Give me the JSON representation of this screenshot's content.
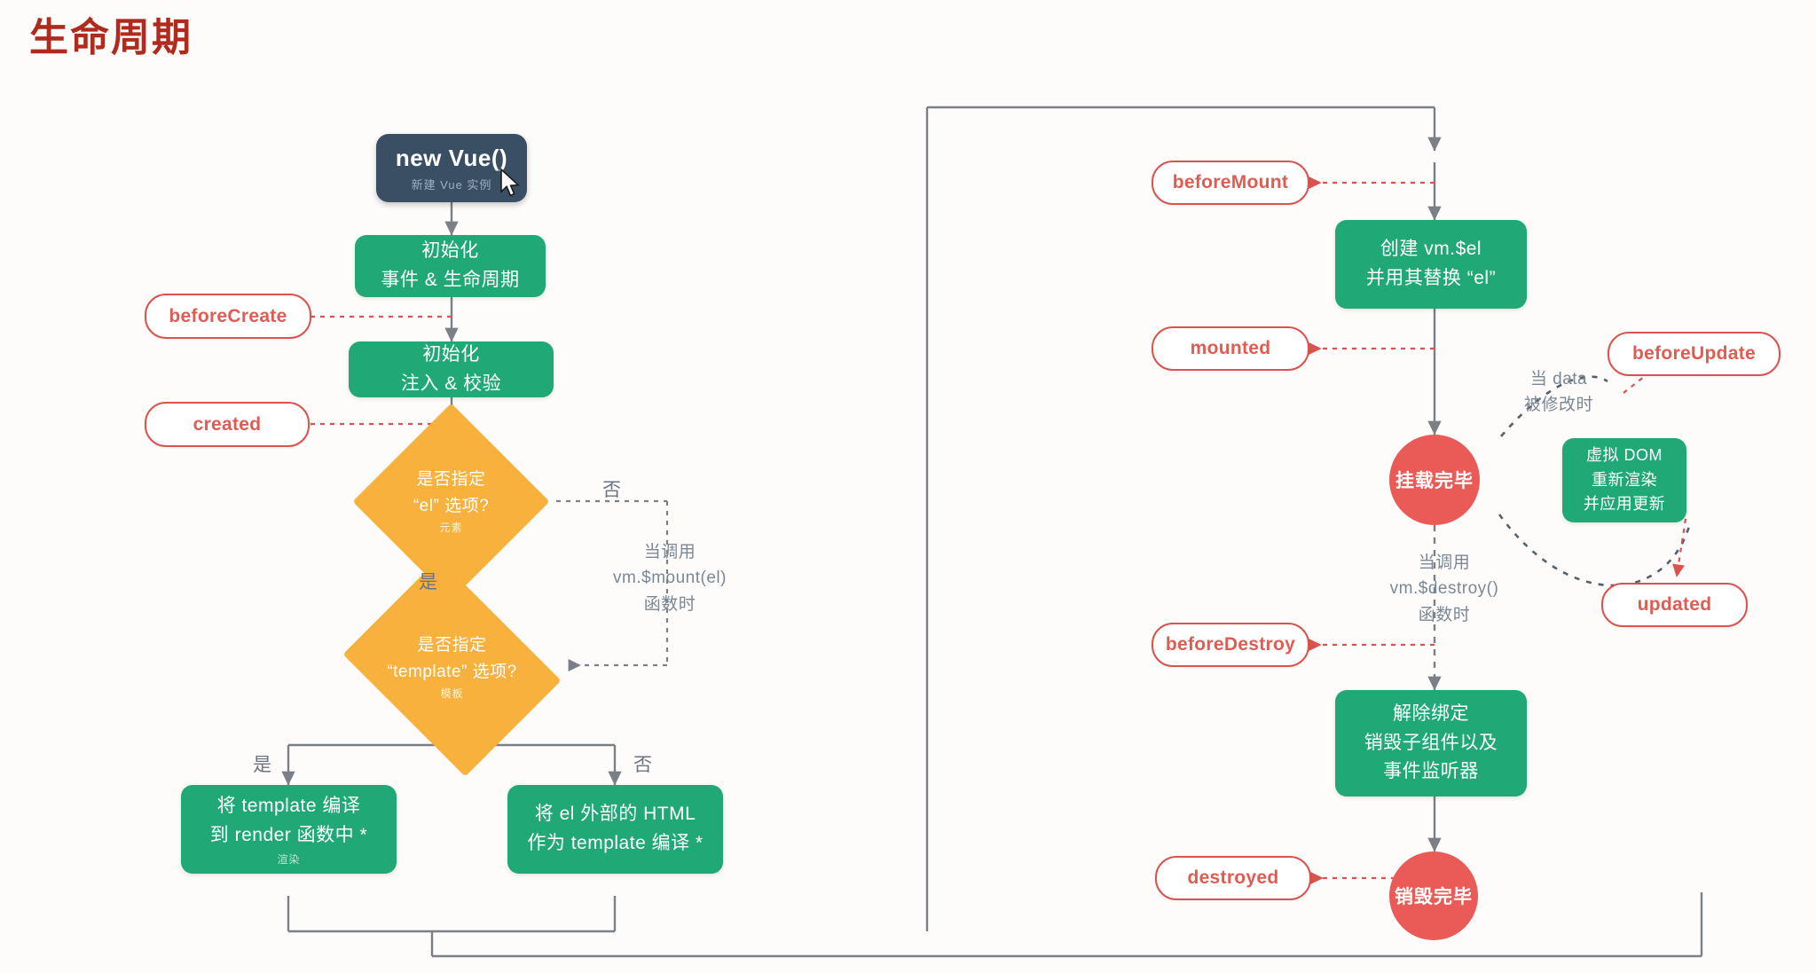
{
  "page": {
    "title": "生命周期",
    "title_color": "#b02a1e",
    "background": "#fdfcfb"
  },
  "palette": {
    "start_navy": "#3a4f64",
    "process_green": "#21a877",
    "decision_orange": "#f7b13c",
    "hook_red": "#d9534f",
    "hook_text_red": "#e05c52",
    "terminal_red": "#ea5b58",
    "wire_gray": "#7b8086",
    "annotation_gray": "#7b8794"
  },
  "diagram": {
    "type": "flowchart",
    "name": "vue-lifecycle-diagram",
    "start_node": {
      "name": "new-vue",
      "title": "new Vue()",
      "subtitle": "新建 Vue 实例"
    },
    "process_nodes": [
      {
        "name": "init-events-lifecycle",
        "lines": [
          "初始化",
          "事件 & 生命周期"
        ],
        "subtitle": ""
      },
      {
        "name": "init-injections-reactivity",
        "lines": [
          "初始化",
          "注入 & 校验"
        ],
        "subtitle": ""
      },
      {
        "name": "compile-template-to-render",
        "lines": [
          "将 template 编译",
          "到 render 函数中 *"
        ],
        "subtitle": "渲染"
      },
      {
        "name": "compile-el-outerhtml-as-template",
        "lines": [
          "将 el 外部的 HTML",
          "作为 template 编译 *"
        ],
        "subtitle": ""
      },
      {
        "name": "create-vm-el",
        "lines": [
          "创建 vm.$el",
          "并用其替换 “el”"
        ],
        "subtitle": ""
      },
      {
        "name": "virtual-dom-rerender",
        "lines": [
          "虚拟 DOM",
          "重新渲染",
          "并应用更新"
        ],
        "subtitle": ""
      },
      {
        "name": "teardown-watchers-children-listeners",
        "lines": [
          "解除绑定",
          "销毁子组件以及",
          "事件监听器"
        ],
        "subtitle": ""
      }
    ],
    "decision_nodes": [
      {
        "name": "has-el-option",
        "lines": [
          "是否指定",
          "“el” 选项?"
        ],
        "subtitle": "元素",
        "yes_label": "是",
        "no_label": "否"
      },
      {
        "name": "has-template-option",
        "lines": [
          "是否指定",
          "“template” 选项?"
        ],
        "subtitle": "模板",
        "yes_label": "是",
        "no_label": "否"
      }
    ],
    "hooks": [
      {
        "name": "beforeCreate",
        "label": "beforeCreate"
      },
      {
        "name": "created",
        "label": "created"
      },
      {
        "name": "beforeMount",
        "label": "beforeMount"
      },
      {
        "name": "mounted",
        "label": "mounted"
      },
      {
        "name": "beforeUpdate",
        "label": "beforeUpdate"
      },
      {
        "name": "updated",
        "label": "updated"
      },
      {
        "name": "beforeDestroy",
        "label": "beforeDestroy"
      },
      {
        "name": "destroyed",
        "label": "destroyed"
      }
    ],
    "terminals": [
      {
        "name": "mounted-complete",
        "label": "挂载完毕"
      },
      {
        "name": "destroyed-complete",
        "label": "销毁完毕"
      }
    ],
    "annotations": [
      {
        "name": "when-call-mount",
        "lines": [
          "当调用",
          "vm.$mount(el)",
          "函数时"
        ]
      },
      {
        "name": "when-data-changed",
        "lines": [
          "当 data",
          "被修改时"
        ]
      },
      {
        "name": "when-call-destroy",
        "lines": [
          "当调用",
          "vm.$destroy()",
          "函数时"
        ]
      }
    ],
    "edge_labels": {
      "el_no": "否",
      "el_yes": "是",
      "template_yes": "是",
      "template_no": "否"
    }
  }
}
